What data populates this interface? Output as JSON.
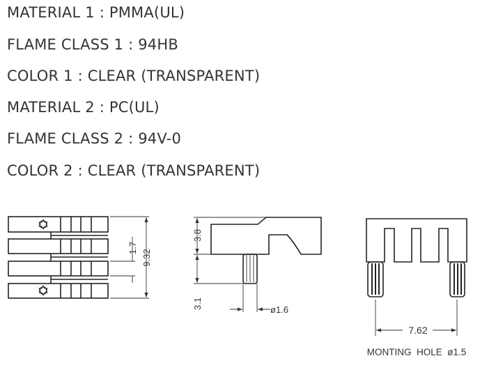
{
  "specs": [
    "MATERIAL 1 : PMMA(UL)",
    "FLAME CLASS 1 : 94HB",
    "COLOR 1 : CLEAR (TRANSPARENT)",
    "MATERIAL 2 : PC(UL)",
    "FLAME CLASS 2 : 94V-0",
    "COLOR 2 : CLEAR (TRANSPARENT)"
  ],
  "dimensions": {
    "total_height": "9.32",
    "pitch": "1.7",
    "body_height": "3.8",
    "pin_length": "3.1",
    "pin_diameter": "ø1.6",
    "pin_spacing": "7.62"
  },
  "note": "MONTING  HOLE  ø1.5"
}
